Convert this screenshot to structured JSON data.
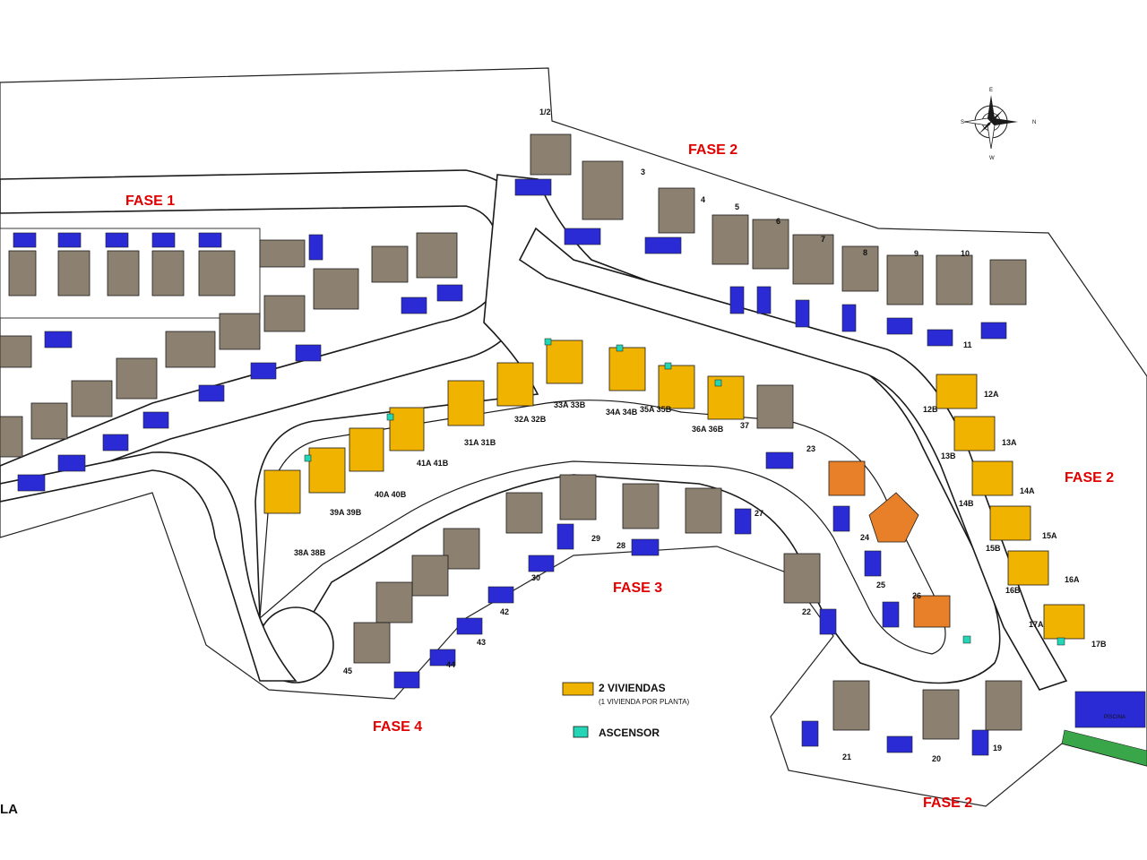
{
  "phases": {
    "fase1": "FASE 1",
    "fase2_top": "FASE 2",
    "fase2_right": "FASE 2",
    "fase2_bottom": "FASE 2",
    "fase3": "FASE 3",
    "fase4": "FASE 4"
  },
  "legend": {
    "duplex_label": "2 VIVIENDAS",
    "duplex_sub": "(1 VIVIENDA POR PLANTA)",
    "elevator_label": "ASCENSOR",
    "duplex_color": "#f0b400",
    "elevator_color": "#25d6b6"
  },
  "pool_label": "PISCINA",
  "corner_text": "LA",
  "compass": {
    "n": "N",
    "s": "S",
    "e": "E",
    "w": "W"
  },
  "lots": {
    "l1_2": "1/2",
    "l3": "3",
    "l4": "4",
    "l5": "5",
    "l6": "6",
    "l7": "7",
    "l8": "8",
    "l9": "9",
    "l10": "10",
    "l11": "11",
    "l12a": "12A",
    "l12b": "12B",
    "l13a": "13A",
    "l13b": "13B",
    "l14a": "14A",
    "l14b": "14B",
    "l15a": "15A",
    "l15b": "15B",
    "l16a": "16A",
    "l16b": "16B",
    "l17a": "17A",
    "l17b": "17B",
    "l19": "19",
    "l20": "20",
    "l21": "21",
    "l22": "22",
    "l23": "23",
    "l24": "24",
    "l25": "25",
    "l26": "26",
    "l27": "27",
    "l28": "28",
    "l29": "29",
    "l30": "30",
    "l31": "31A 31B",
    "l32": "32A 32B",
    "l33": "33A 33B",
    "l34": "34A 34B",
    "l35": "35A 35B",
    "l36": "36A 36B",
    "l37": "37",
    "l38": "38A 38B",
    "l39": "39A 39B",
    "l40": "40A 40B",
    "l41": "41A 41B",
    "l42": "42",
    "l43": "43",
    "l44": "44",
    "l45": "45"
  }
}
